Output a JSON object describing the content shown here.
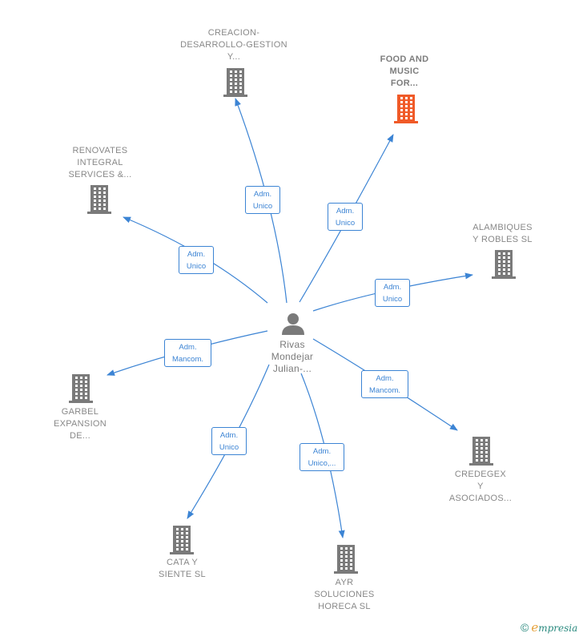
{
  "center": {
    "name_lines": [
      "Rivas",
      "Mondejar",
      "Julian-..."
    ],
    "icon": "person-icon"
  },
  "companies": [
    {
      "id": "creacion",
      "lines": [
        "CREACION-",
        "DESARROLLO-GESTION",
        "Y..."
      ],
      "highlight": false
    },
    {
      "id": "food",
      "lines": [
        "FOOD AND",
        "MUSIC",
        "FOR..."
      ],
      "highlight": true
    },
    {
      "id": "renovates",
      "lines": [
        "RENOVATES",
        "INTEGRAL",
        "SERVICES &..."
      ],
      "highlight": false
    },
    {
      "id": "alambiques",
      "lines": [
        "ALAMBIQUES",
        "Y ROBLES SL"
      ],
      "highlight": false
    },
    {
      "id": "garbel",
      "lines": [
        "GARBEL",
        "EXPANSION",
        "DE..."
      ],
      "highlight": false
    },
    {
      "id": "credegex",
      "lines": [
        "CREDEGEX",
        "Y",
        "ASOCIADOS..."
      ],
      "highlight": false
    },
    {
      "id": "cata",
      "lines": [
        "CATA Y",
        "SIENTE  SL"
      ],
      "highlight": false
    },
    {
      "id": "ayr",
      "lines": [
        "AYR",
        "SOLUCIONES",
        "HORECA SL"
      ],
      "highlight": false
    }
  ],
  "edges": [
    {
      "target": "creacion",
      "label_lines": [
        "Adm.",
        "Unico"
      ]
    },
    {
      "target": "food",
      "label_lines": [
        "Adm.",
        "Unico"
      ]
    },
    {
      "target": "renovates",
      "label_lines": [
        "Adm.",
        "Unico"
      ]
    },
    {
      "target": "alambiques",
      "label_lines": [
        "Adm.",
        "Unico"
      ]
    },
    {
      "target": "garbel",
      "label_lines": [
        "Adm.",
        "Mancom."
      ]
    },
    {
      "target": "credegex",
      "label_lines": [
        "Adm.",
        "Mancom."
      ]
    },
    {
      "target": "cata",
      "label_lines": [
        "Adm.",
        "Unico"
      ]
    },
    {
      "target": "ayr",
      "label_lines": [
        "Adm.",
        "Unico,..."
      ]
    }
  ],
  "colors": {
    "edge": "#3c84d4",
    "building": "#7a7a7a",
    "building_highlight": "#f05a28",
    "label": "#888888"
  },
  "footer": {
    "copyright": "©",
    "brand_first": "e",
    "brand_rest": "mpresia"
  }
}
